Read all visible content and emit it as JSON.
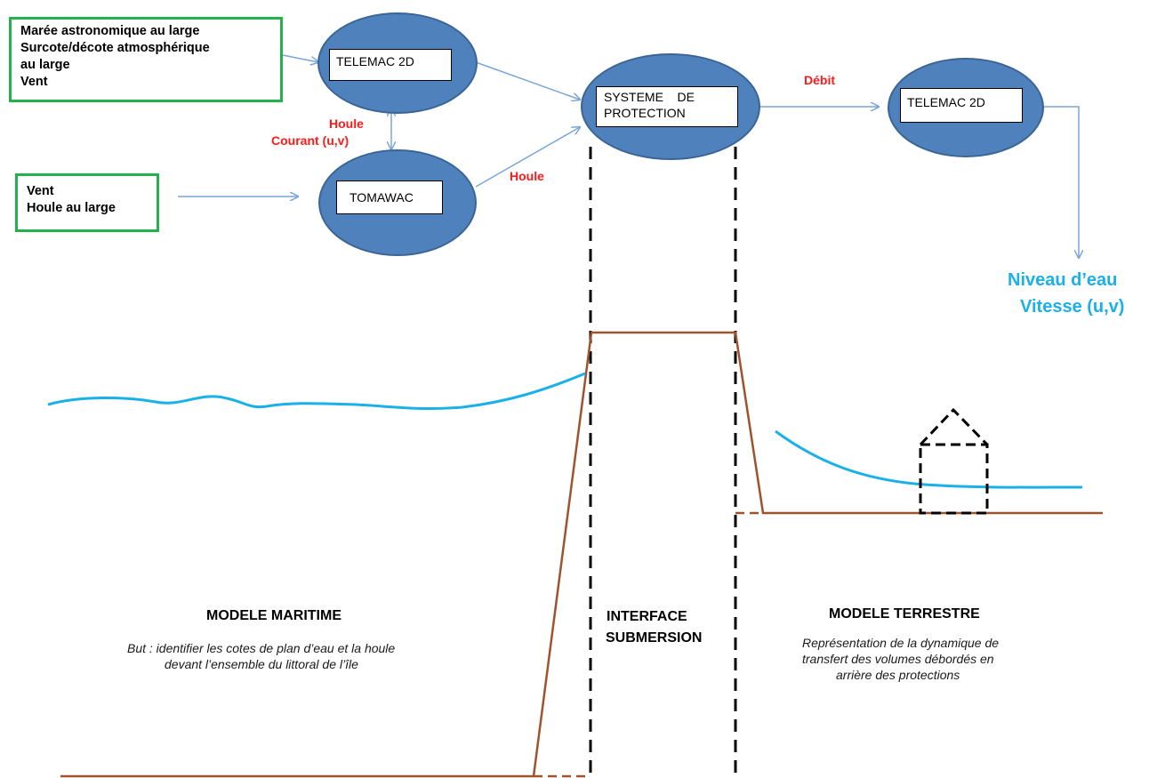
{
  "inputs": {
    "top": [
      "Marée astronomique au large",
      "Surcote/décote atmosphérique",
      "au large",
      "Vent"
    ],
    "bottom": [
      "Vent",
      "Houle au large"
    ]
  },
  "nodes": {
    "telemac_sea": "TELEMAC 2D",
    "tomawac": "TOMAWAC",
    "protection_a": "SYSTEME    DE",
    "protection_b": "PROTECTION",
    "telemac_land": "TELEMAC 2D"
  },
  "links": {
    "houle_top": "Houle",
    "courant": "Courant (u,v)",
    "houle_right": "Houle",
    "debit": "Débit"
  },
  "outputs": [
    "Niveau d’eau",
    "Vitesse (u,v)"
  ],
  "sections": {
    "maritime_title": "MODELE MARITIME",
    "maritime_desc": [
      "But : identifier les cotes de plan d’eau et la houle",
      "devant l’ensemble du littoral de l’île"
    ],
    "interface_title": [
      "INTERFACE",
      "SUBMERSION"
    ],
    "terrestre_title": "MODELE TERRESTRE",
    "terrestre_desc": [
      "Représentation de la dynamique de",
      "transfert des volumes débordés en",
      "arrière des protections"
    ]
  },
  "colors": {
    "node_fill": "#4f81bd",
    "input_border": "#22b14c",
    "arrow": "#7aa6d6",
    "terrain": "#a0522d",
    "water": "#1ab0e8",
    "accent_red": "#ff1a1a"
  }
}
